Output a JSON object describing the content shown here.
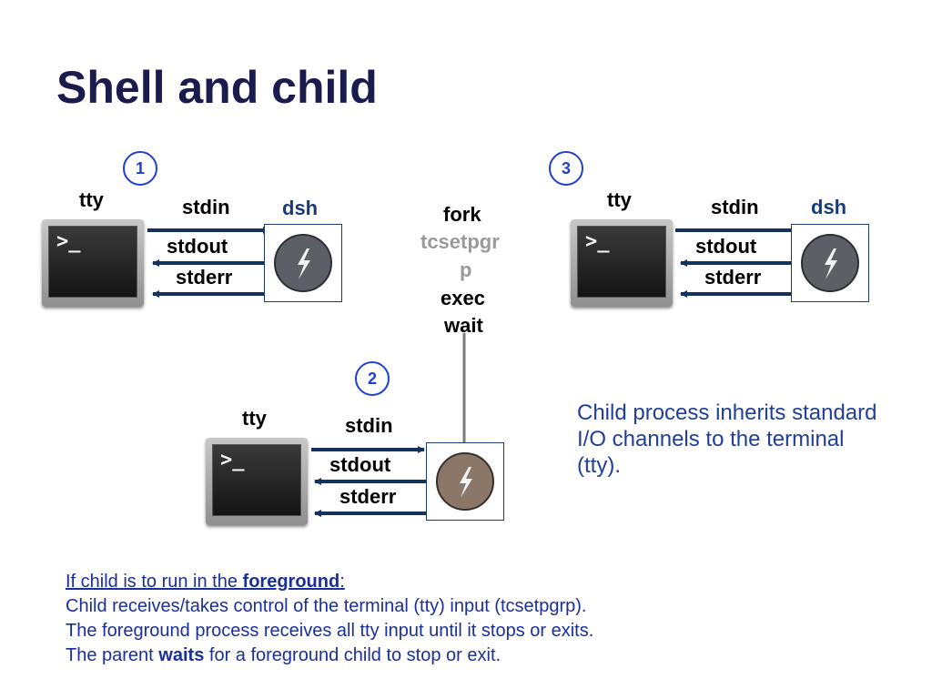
{
  "slide": {
    "title": "Shell and child"
  },
  "panel1": {
    "step": "1",
    "tty": "tty",
    "stdin": "stdin",
    "stdout": "stdout",
    "stderr": "stderr",
    "proc": "dsh"
  },
  "panel2": {
    "step": "2",
    "tty": "tty",
    "stdin": "stdin",
    "stdout": "stdout",
    "stderr": "stderr"
  },
  "panel3": {
    "step": "3",
    "tty": "tty",
    "stdin": "stdin",
    "stdout": "stdout",
    "stderr": "stderr",
    "proc": "dsh"
  },
  "terminal": {
    "prompt": ">_"
  },
  "steps": {
    "fork": "fork",
    "tcsetpgrp_line1": "tcsetpgr",
    "tcsetpgrp_line2": "p",
    "exec": "exec",
    "wait": "wait"
  },
  "description": "Child process inherits standard I/O channels to the terminal (tty).",
  "footer": {
    "line1_prefix": "If child is to run in the ",
    "line1_bold": "foreground",
    "line1_suffix": ":",
    "line2": "Child receives/takes control of the terminal (tty) input (tcsetpgrp).",
    "line3": "The foreground process receives all tty input until it stops or exits.",
    "line4_prefix": "The parent ",
    "line4_bold": "waits",
    "line4_suffix": " for a foreground child to stop or exit."
  },
  "colors": {
    "title": "#1b1b4d",
    "arrow": "#14305e",
    "accent_blue": "#1f3fd1",
    "text_blue": "#1f3f9a",
    "dsh_ball": "#5c5f66",
    "child_ball": "#8a7767",
    "muted": "#9a9a9a"
  }
}
